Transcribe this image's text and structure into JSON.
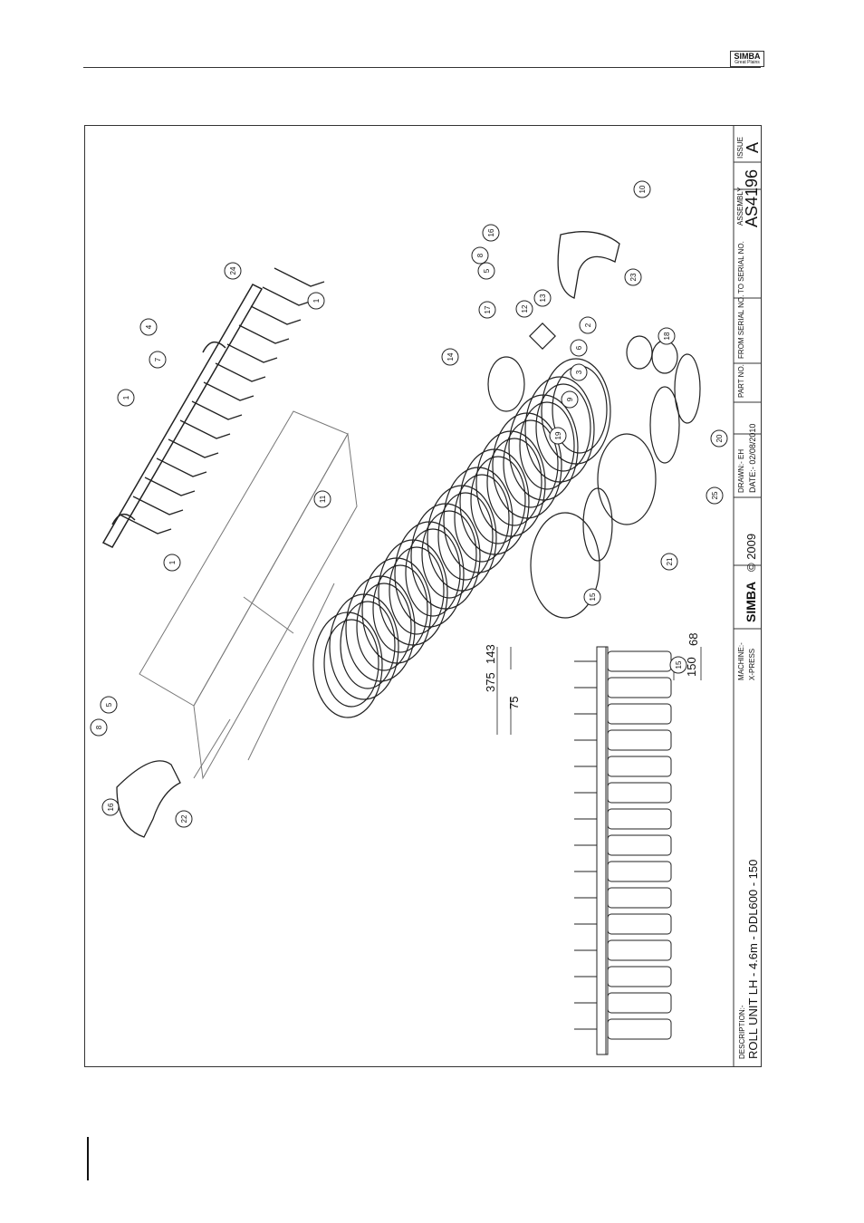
{
  "header": {
    "logo_text": "SIMBA",
    "logo_subtext": "Great Plains"
  },
  "title_block": {
    "description_label": "DESCRIPTION:-",
    "description": "ROLL UNIT LH - 4.6m - DDL600 - 150",
    "brand": "SIMBA",
    "copyright": "© 2009",
    "machine_label": "MACHINE:-",
    "machine": "X-PRESS",
    "drawn_label": "DRAWN:- EH",
    "date_label": "DATE:- 02/08/2010",
    "part_no_label": "PART NO.",
    "from_serial_label": "FROM SERIAL NO.",
    "to_serial_label": "TO SERIAL NO.",
    "assembly_label": "ASSEMBLY",
    "assembly": "AS4196",
    "issue_label": "ISSUE",
    "issue": "A"
  },
  "dimensions": [
    "375",
    "143",
    "75",
    "68",
    "150"
  ],
  "part_callouts": [
    "1",
    "1",
    "1",
    "2",
    "3",
    "4",
    "5",
    "5",
    "6",
    "7",
    "8",
    "8",
    "9",
    "10",
    "11",
    "12",
    "13",
    "14",
    "15",
    "15",
    "16",
    "16",
    "17",
    "18",
    "19",
    "20",
    "21",
    "22",
    "23",
    "24",
    "25"
  ]
}
